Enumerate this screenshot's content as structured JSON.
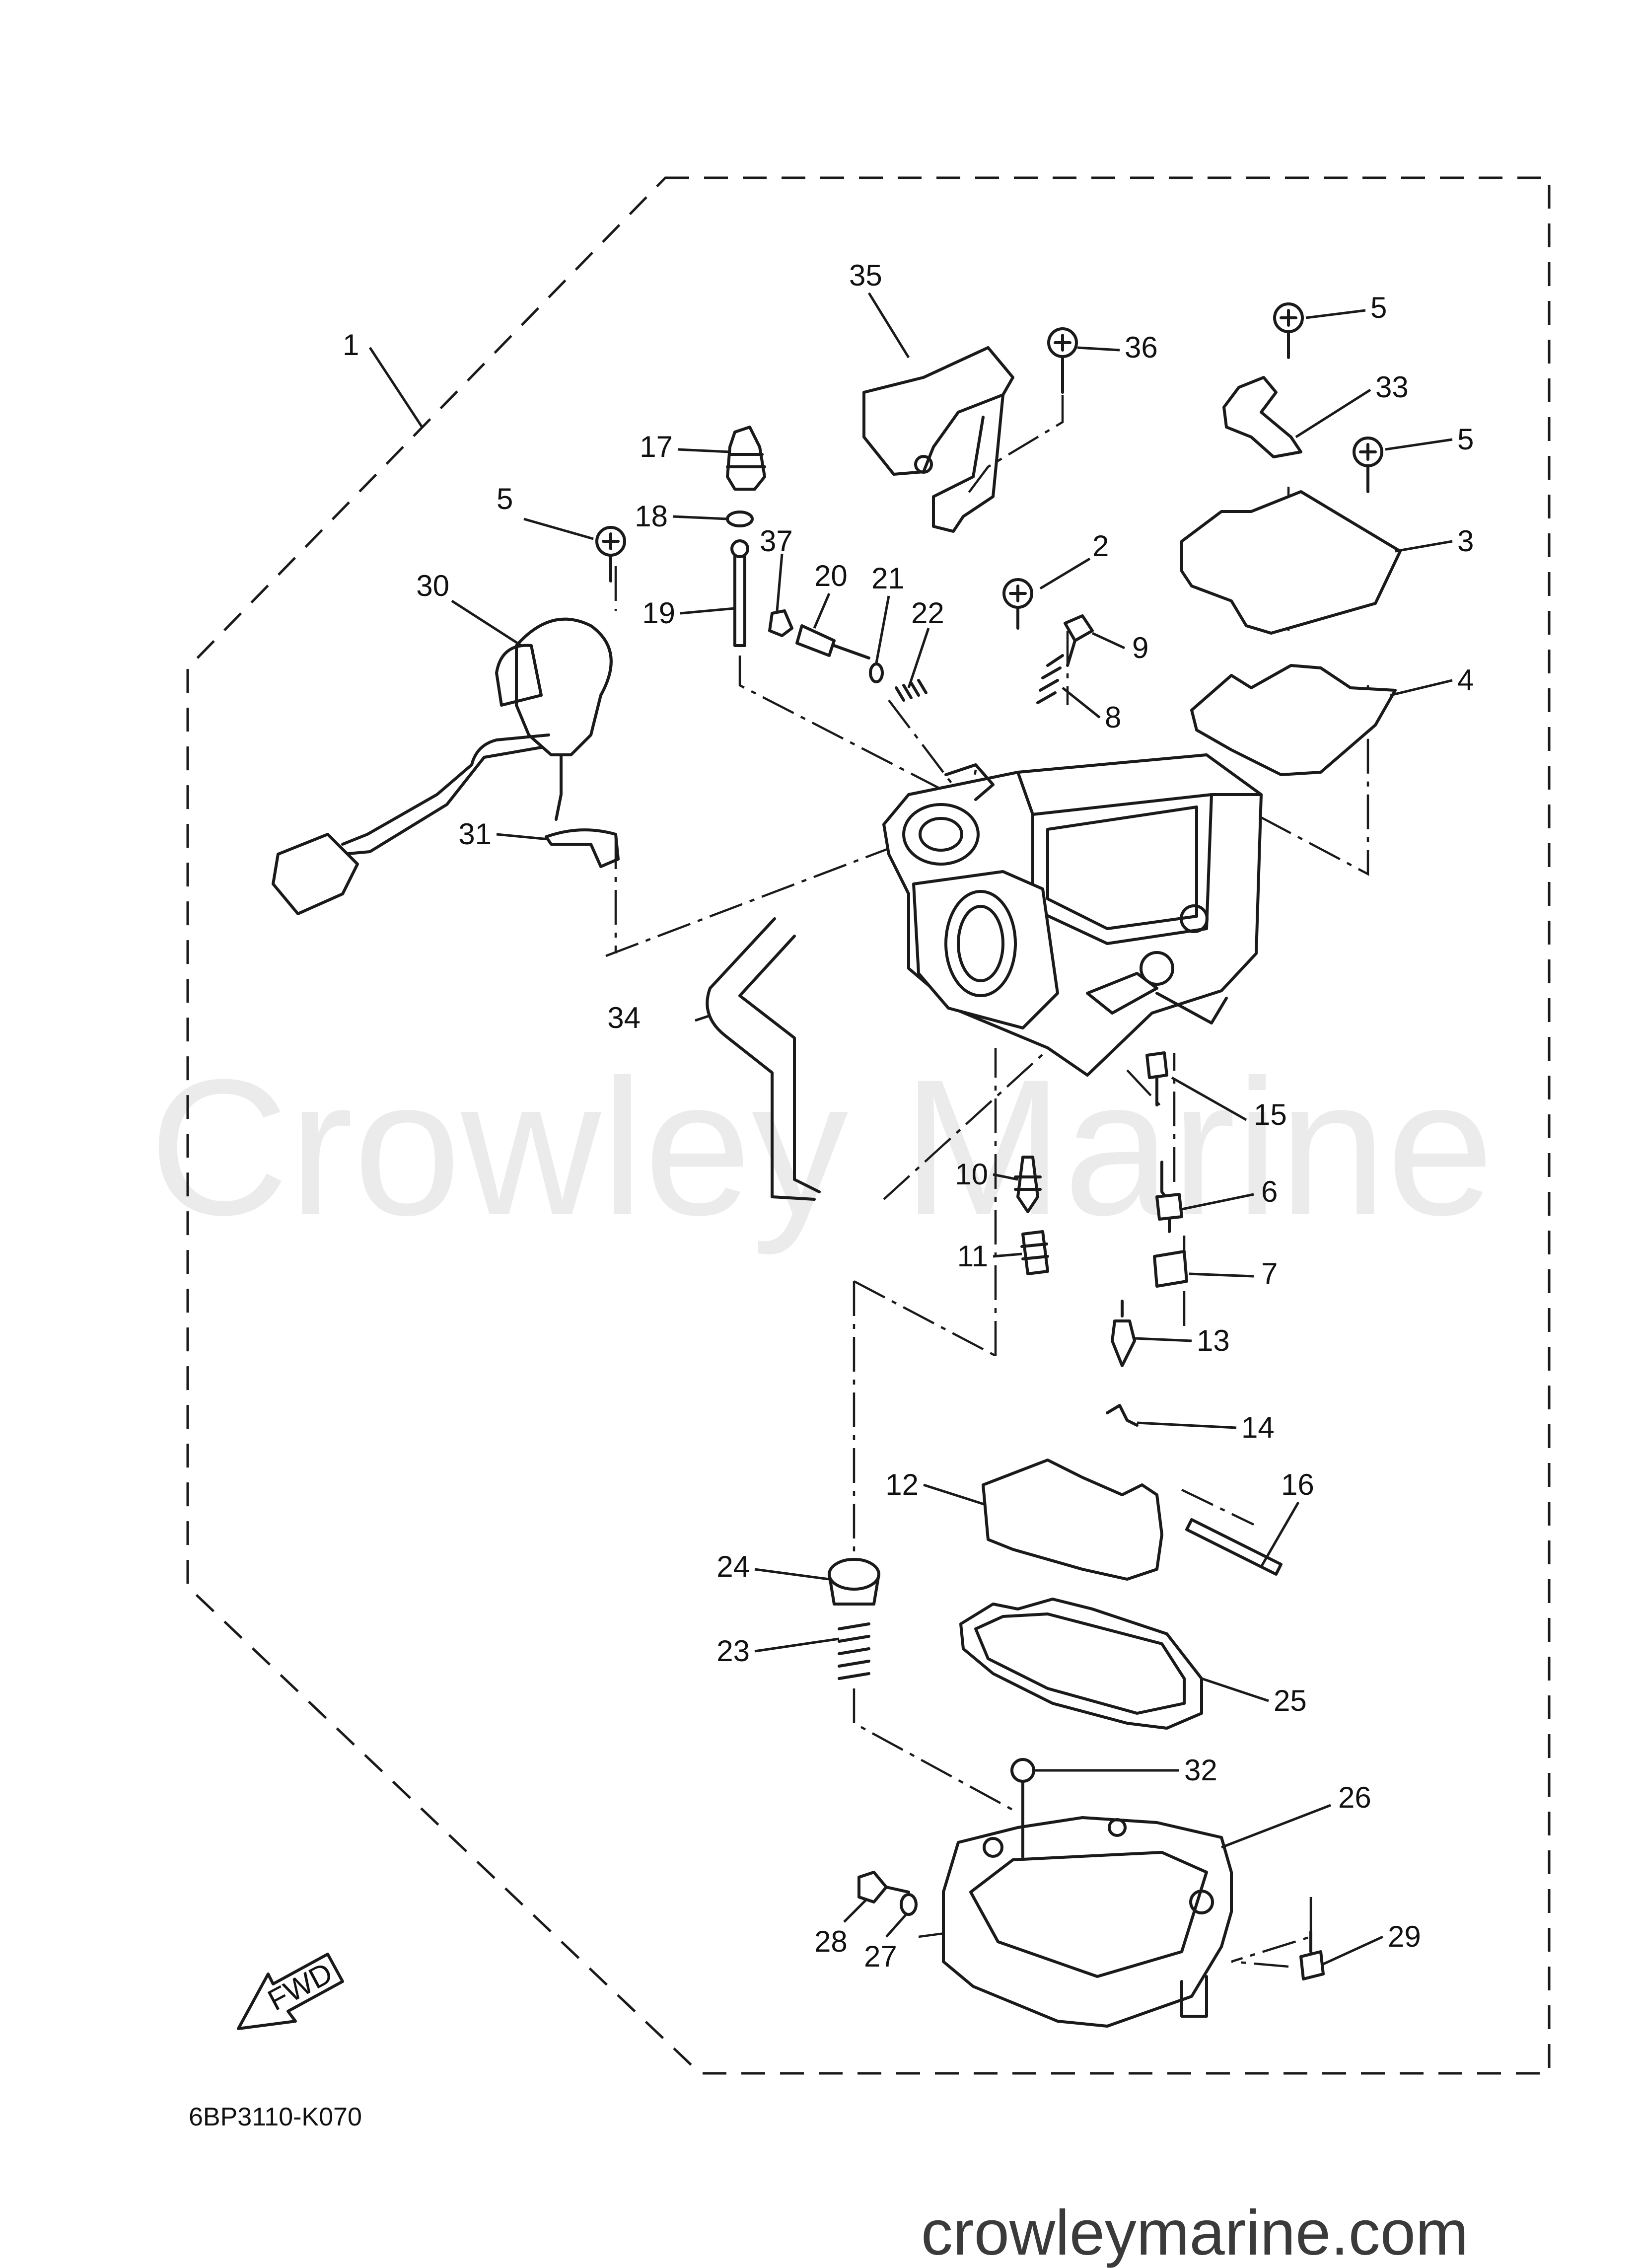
{
  "diagram": {
    "drawing_code": "6BP3110-K070",
    "fwd_label": "FWD",
    "watermark": "Crowley Marine",
    "site": "crowleymarine.com",
    "callouts": {
      "c1": "1",
      "c2": "2",
      "c3": "3",
      "c4": "4",
      "c5a": "5",
      "c5b": "5",
      "c5c": "5",
      "c6": "6",
      "c7": "7",
      "c8": "8",
      "c9": "9",
      "c10": "10",
      "c11": "11",
      "c12": "12",
      "c13": "13",
      "c14": "14",
      "c15": "15",
      "c16": "16",
      "c17": "17",
      "c18": "18",
      "c19": "19",
      "c20": "20",
      "c21": "21",
      "c22": "22",
      "c23": "23",
      "c24": "24",
      "c25": "25",
      "c26": "26",
      "c27": "27",
      "c28": "28",
      "c29": "29",
      "c30": "30",
      "c31": "31",
      "c32": "32",
      "c33": "33",
      "c34": "34",
      "c35": "35",
      "c36": "36",
      "c37": "37"
    }
  }
}
